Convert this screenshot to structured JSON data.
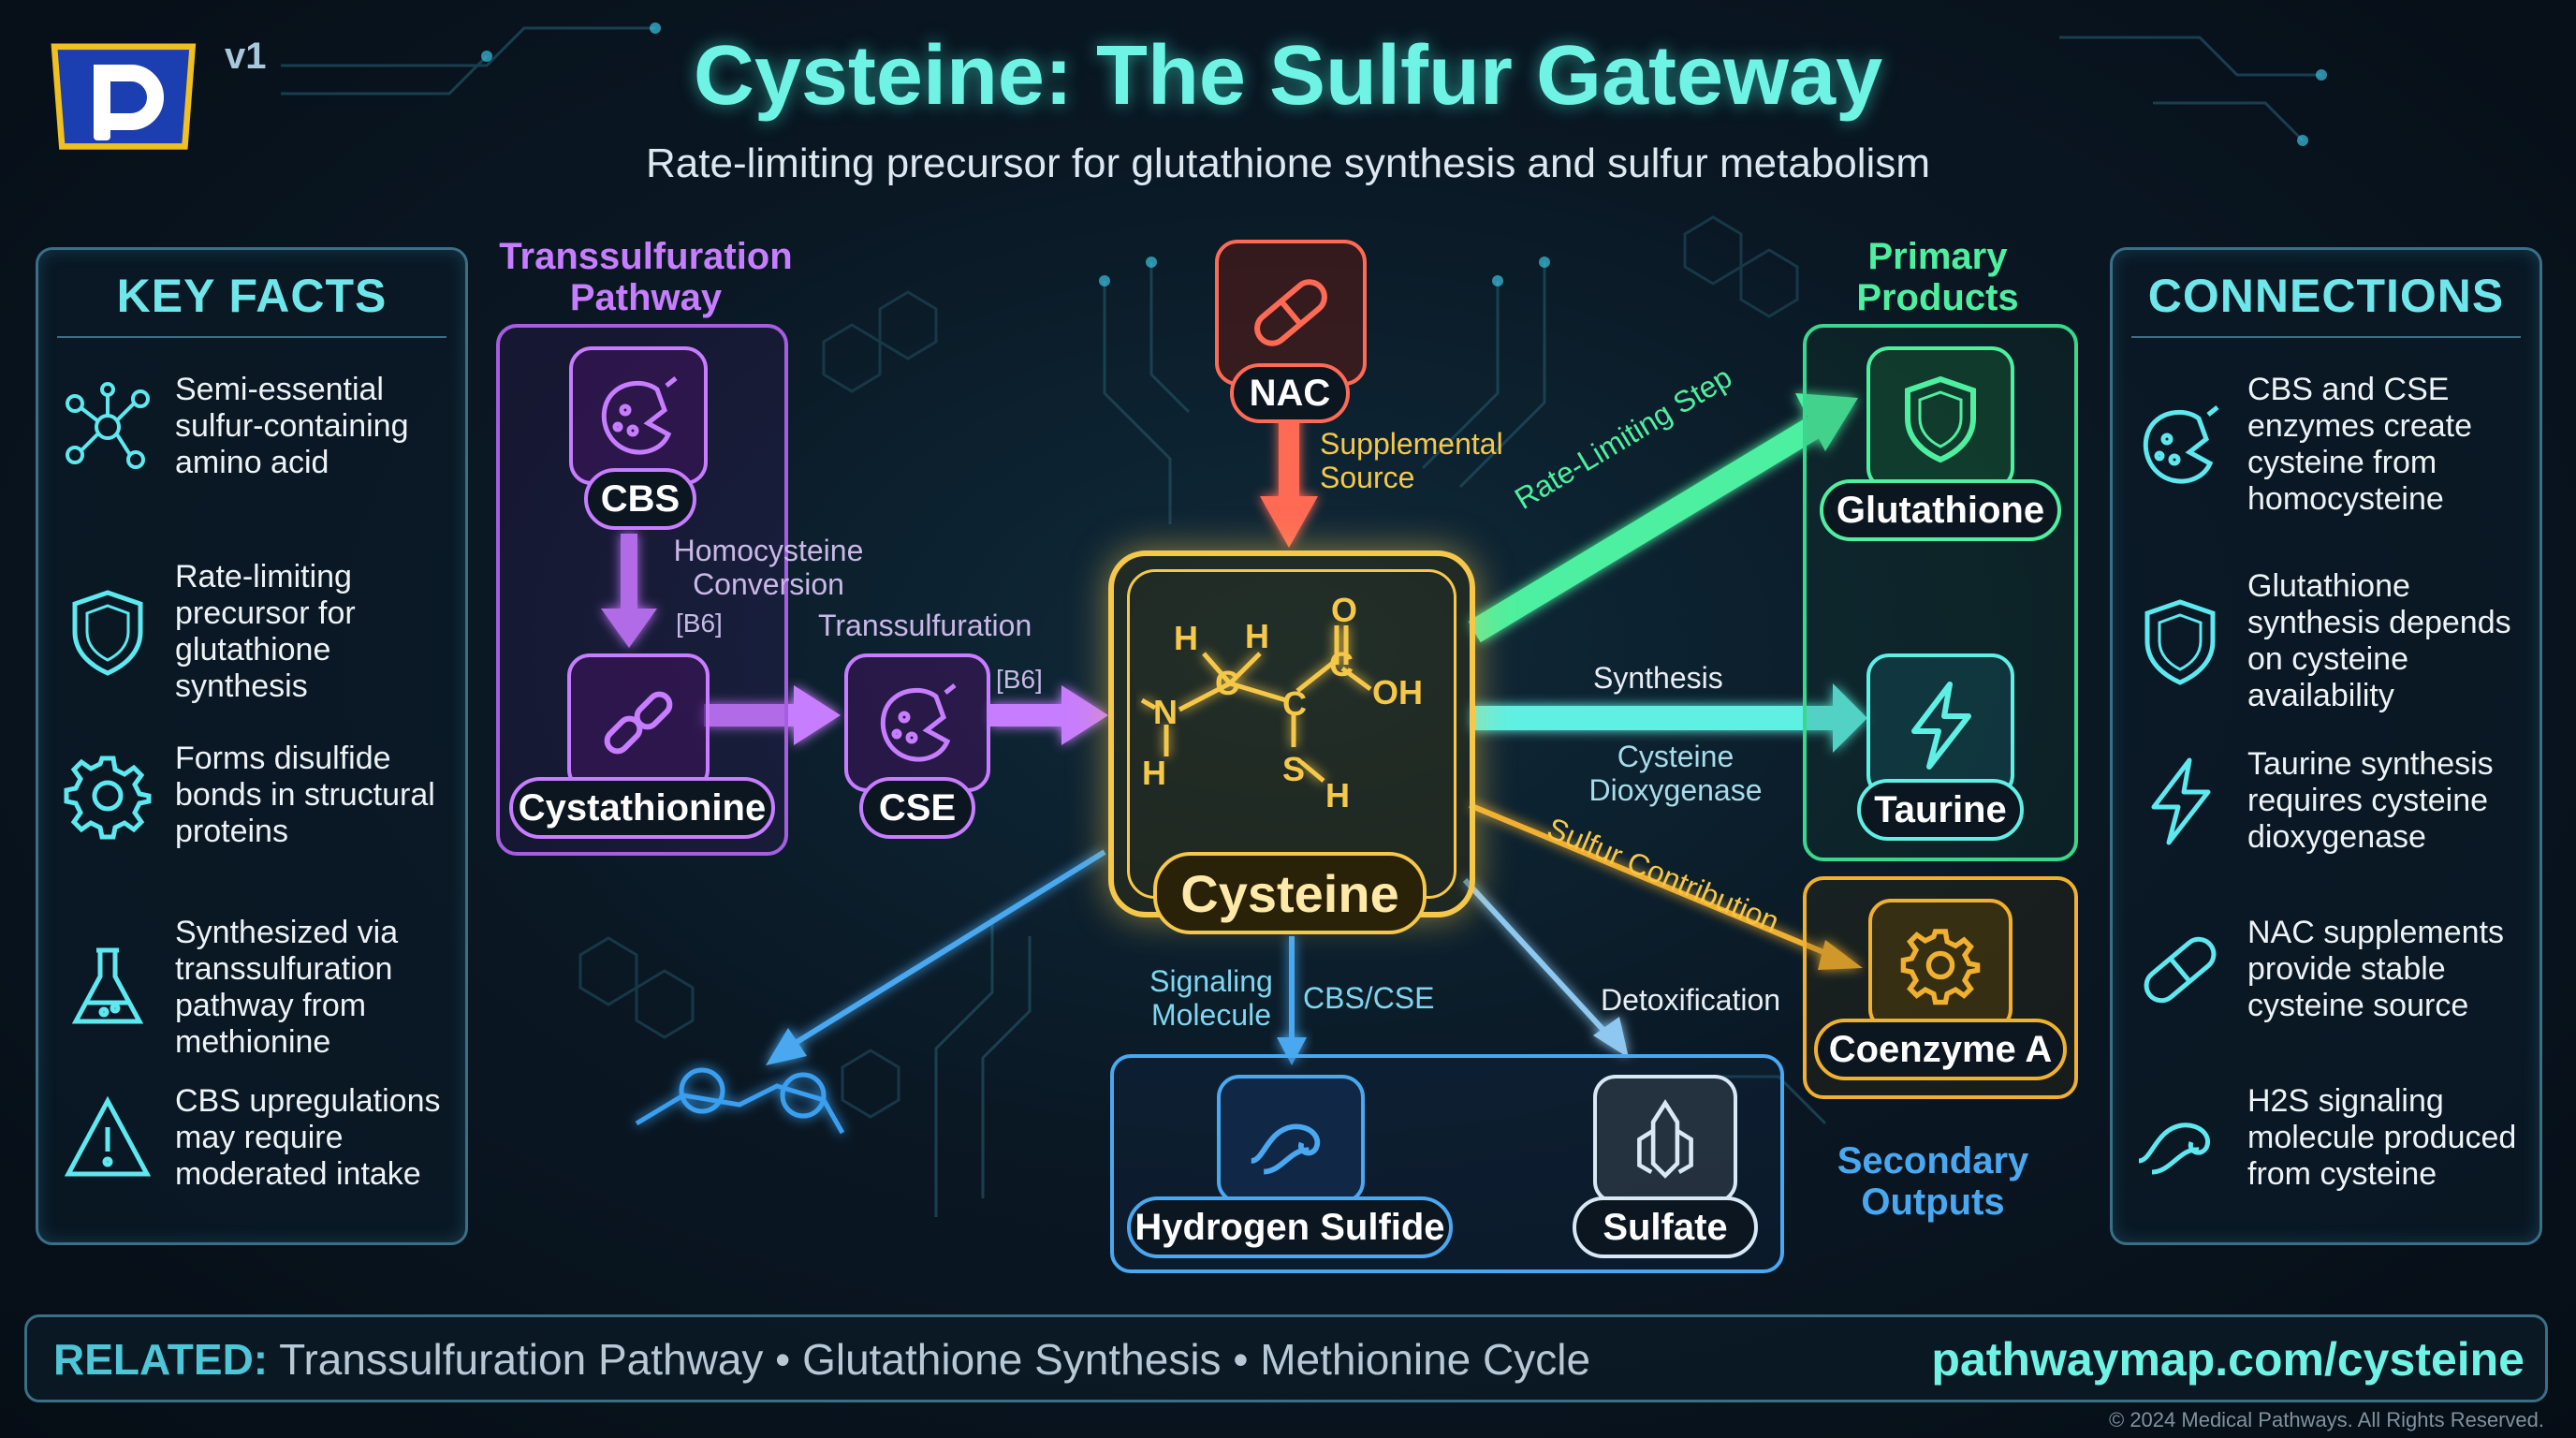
{
  "header": {
    "title": "Cysteine: The Sulfur Gateway",
    "subtitle": "Rate-limiting precursor for glutathione synthesis and sulfur metabolism",
    "version": "v1",
    "logo_letter": "P"
  },
  "key_facts": {
    "title": "KEY FACTS",
    "items": [
      {
        "icon": "molecule-network-icon",
        "text": "Semi-essential sulfur-containing amino acid"
      },
      {
        "icon": "shield-icon",
        "text": "Rate-limiting precursor for glutathione synthesis"
      },
      {
        "icon": "gear-icon",
        "text": "Forms disulfide bonds in structural proteins"
      },
      {
        "icon": "flask-icon",
        "text": "Synthesized via transsulfuration pathway from methionine"
      },
      {
        "icon": "warning-icon",
        "text": "CBS upregulations may require moderated intake"
      }
    ]
  },
  "connections": {
    "title": "CONNECTIONS",
    "items": [
      {
        "icon": "enzyme-icon",
        "text": "CBS and CSE enzymes create cysteine from homocysteine"
      },
      {
        "icon": "shield-icon",
        "text": "Glutathione synthesis depends on cysteine availability"
      },
      {
        "icon": "lightning-icon",
        "text": "Taurine synthesis requires cysteine dioxygenase"
      },
      {
        "icon": "capsule-icon",
        "text": "NAC supplements provide stable cysteine source"
      },
      {
        "icon": "wave-icon",
        "text": "H2S signaling molecule produced from cysteine"
      }
    ]
  },
  "pathway": {
    "transsulfuration_title": "Transsulfuration Pathway",
    "cbs": "CBS",
    "cystathionine": "Cystathionine",
    "cse": "CSE",
    "homocysteine_conversion": "Homocysteine Conversion",
    "b6_a": "[B6]",
    "transsulfuration_label": "Transsulfuration",
    "b6_b": "[B6]",
    "nac": "NAC",
    "supplemental_source": "Supplemental Source",
    "cysteine": "Cysteine",
    "molecule_atoms": {
      "h": "H",
      "n": "N",
      "c": "C",
      "o": "O",
      "oh": "OH",
      "s": "S"
    },
    "primary_title": "Primary Products",
    "glutathione": "Glutathione",
    "taurine": "Taurine",
    "coenzyme_a": "Coenzyme A",
    "rate_limiting_step": "Rate-Limiting Step",
    "synthesis": "Synthesis",
    "cysteine_dioxygenase": "Cysteine Dioxygenase",
    "sulfur_contribution": "Sulfur Contribution",
    "signaling_molecule": "Signaling Molecule",
    "cbs_cse": "CBS/CSE",
    "detoxification": "Detoxification",
    "hydrogen_sulfide": "Hydrogen Sulfide",
    "sulfate": "Sulfate",
    "secondary_title": "Secondary Outputs"
  },
  "footer": {
    "related_label": "RELATED:",
    "related_items": "Transsulfuration Pathway • Glutathione Synthesis • Methionine Cycle",
    "url": "pathwaymap.com/cysteine",
    "copyright": "© 2024 Medical Pathways. All Rights Reserved."
  },
  "colors": {
    "cyan": "#5ef0e4",
    "purple": "#c77dff",
    "yellow": "#f5c84a",
    "green": "#4ef0a0",
    "blue": "#4aa8f0",
    "red": "#ff6a55",
    "orange": "#f0b030"
  }
}
